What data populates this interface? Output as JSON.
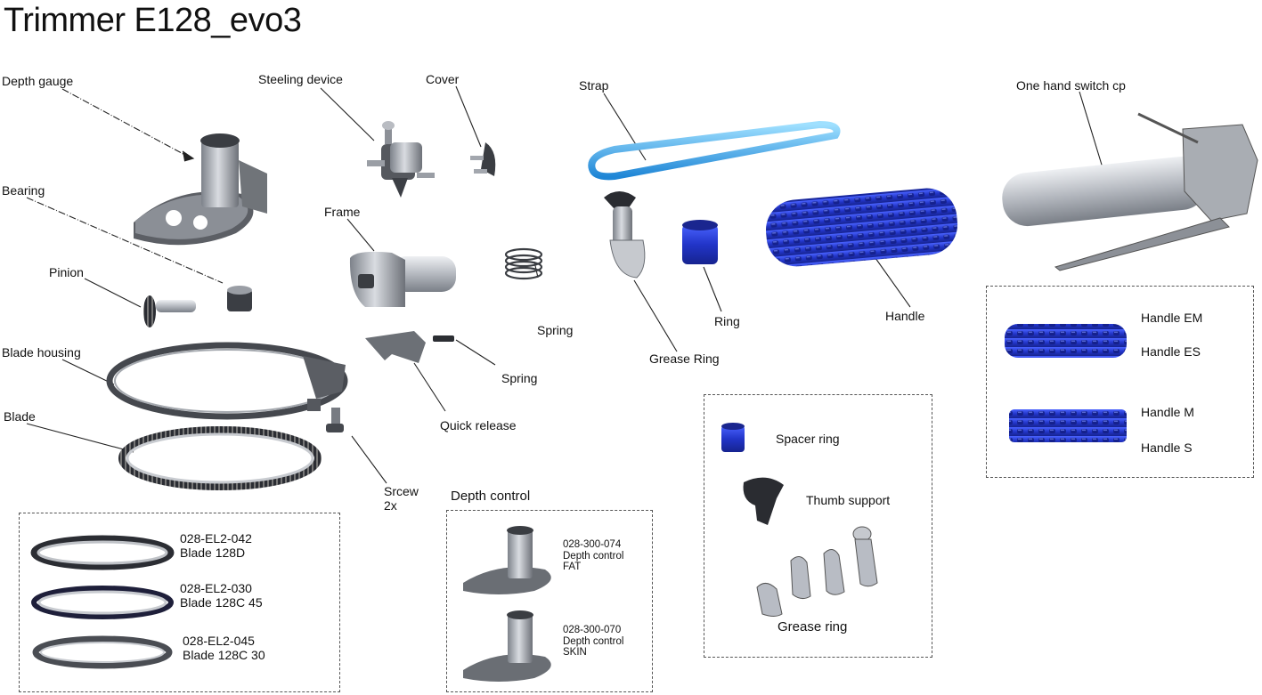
{
  "title": "Trimmer E128_evo3",
  "parts": {
    "depth_gauge": "Depth gauge",
    "bearing": "Bearing",
    "pinion": "Pinion",
    "blade_housing": "Blade housing",
    "blade": "Blade",
    "steeling_device": "Steeling device",
    "cover": "Cover",
    "frame": "Frame",
    "spring_coil": "Spring",
    "spring_small": "Spring",
    "quick_release": "Quick release",
    "screw": "Srcew",
    "screw_qty": "2x",
    "strap": "Strap",
    "grease_ring": "Grease Ring",
    "ring": "Ring",
    "handle": "Handle",
    "one_hand_switch": "One hand switch cp"
  },
  "blades_box": {
    "items": [
      {
        "code": "028-EL2-042",
        "name": "Blade 128D"
      },
      {
        "code": "028-EL2-030",
        "name": "Blade 128C 45"
      },
      {
        "code": "028-EL2-045",
        "name": "Blade 128C 30"
      }
    ]
  },
  "depth_control_box": {
    "title": "Depth control",
    "items": [
      {
        "code": "028-300-074",
        "line1": "Depth control",
        "line2": "FAT"
      },
      {
        "code": "028-300-070",
        "line1": "Depth control",
        "line2": "SKIN"
      }
    ]
  },
  "accessories_box": {
    "spacer_ring": "Spacer ring",
    "thumb_support": "Thumb support",
    "grease_ring": "Grease ring"
  },
  "handles_box": {
    "handle_em": "Handle EM",
    "handle_es": "Handle ES",
    "handle_m": "Handle M",
    "handle_s": "Handle S"
  },
  "colors": {
    "metal": "#b8bcc4",
    "metal_dark": "#55585e",
    "blue": "#2a3fd8",
    "strap_blue": "#3aa6e8"
  }
}
